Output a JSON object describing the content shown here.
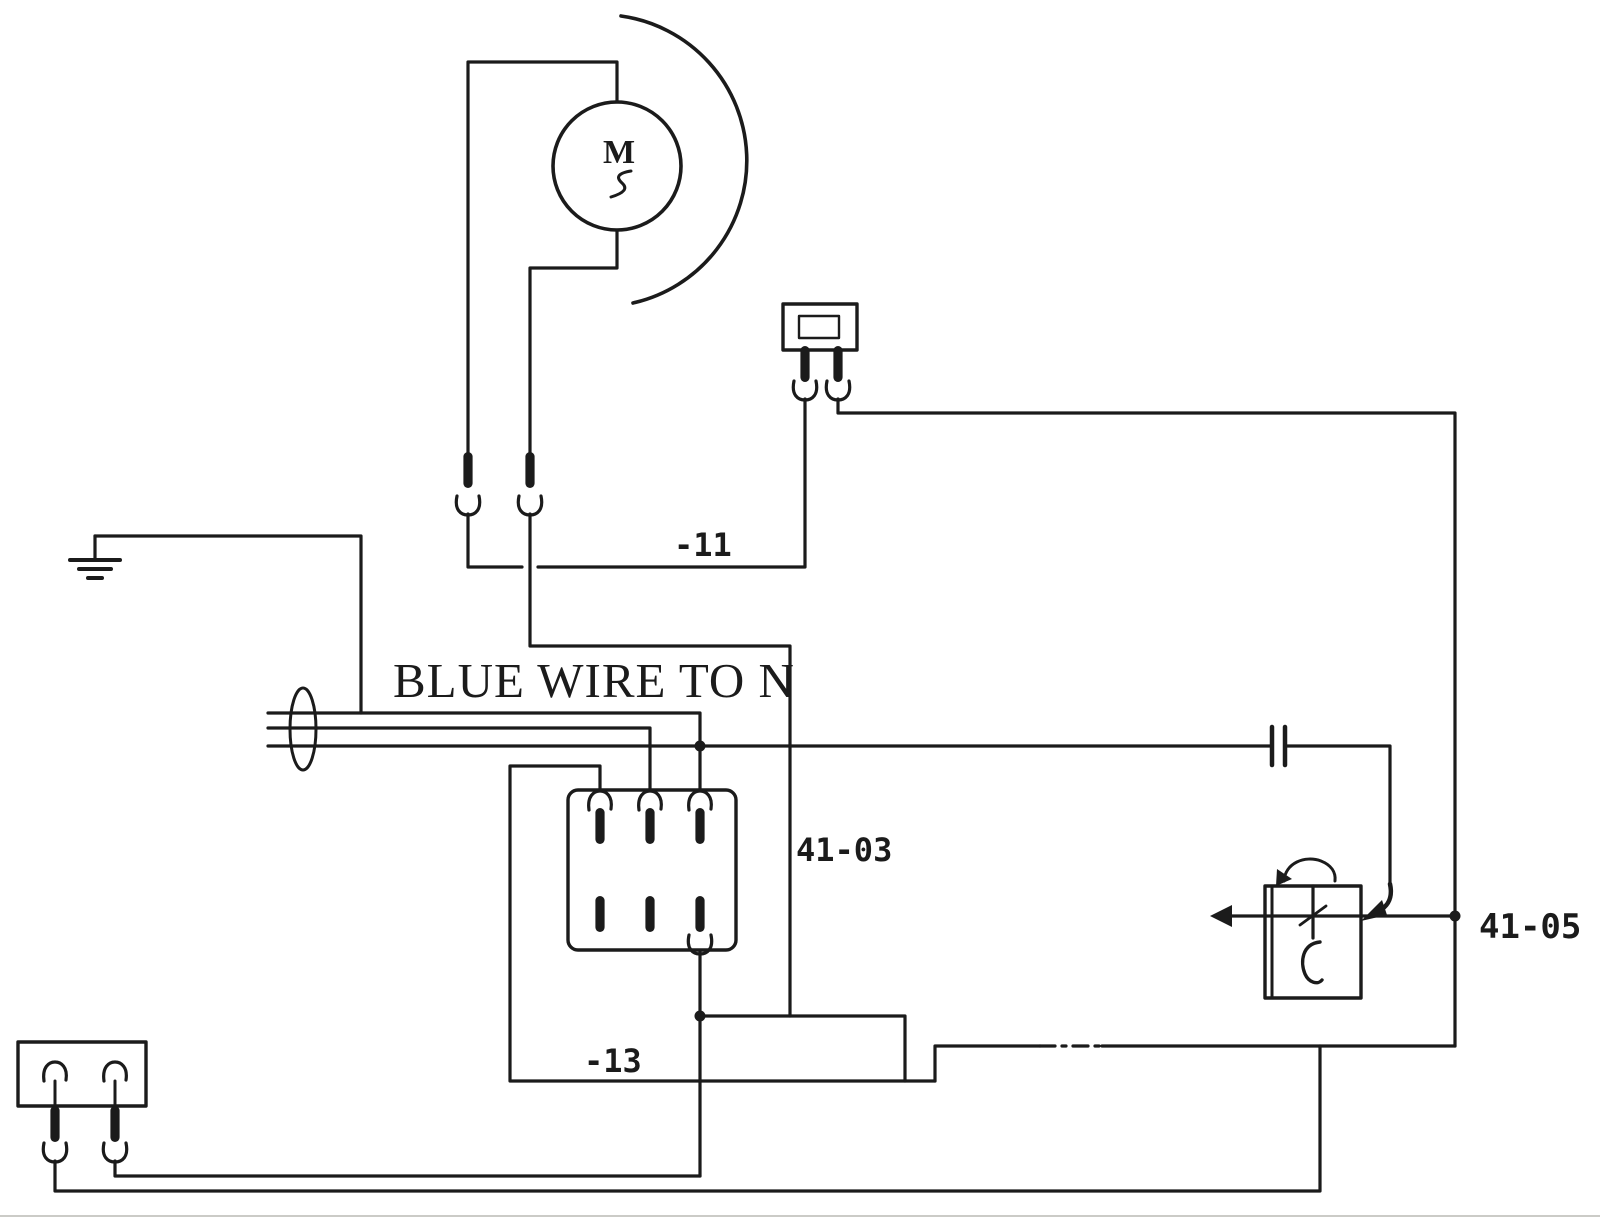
{
  "page": {
    "background_color": "#ffffff",
    "ink_color": "#1b1b1b",
    "scan_artifact_line_color": "#cbcbc7"
  },
  "diagram": {
    "kind": "scanned electrical wiring schematic",
    "labels": {
      "motor": "M",
      "blue_wire_note": "BLUE WIRE TO N",
      "wire_ref_11": "-11",
      "terminal_block_ref": "41-03",
      "wire_ref_13": "-13",
      "switch_ref": "41-05"
    },
    "components": [
      "motor-symbol",
      "fan-housing-arc",
      "ground-symbol",
      "cable-grommet",
      "inline-terminal-left",
      "inline-terminal-right",
      "two-pin-connector-top",
      "six-terminal-block",
      "capacitor",
      "control-switch",
      "two-pin-connector-bottom"
    ]
  }
}
